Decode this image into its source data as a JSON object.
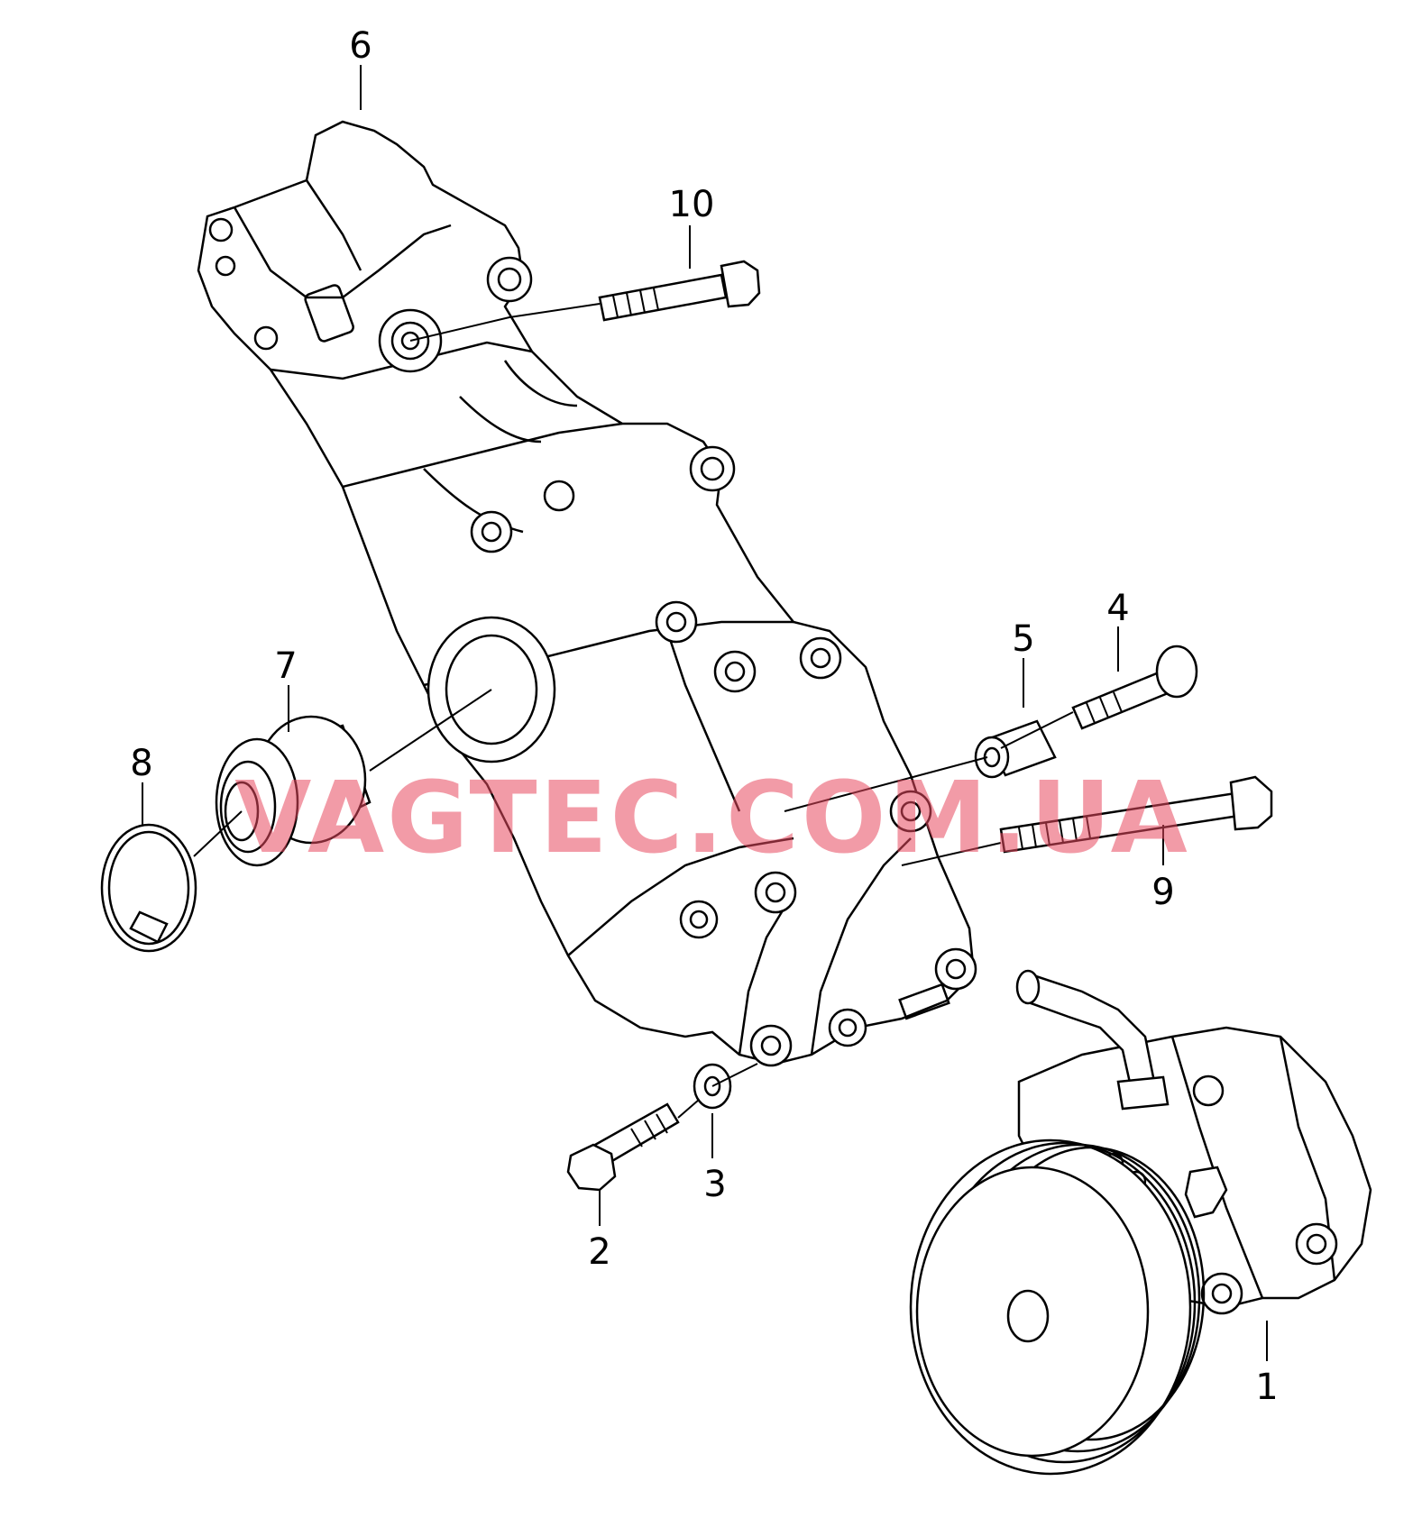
{
  "diagram": {
    "callouts": [
      {
        "id": "1",
        "label": "1"
      },
      {
        "id": "2",
        "label": "2"
      },
      {
        "id": "3",
        "label": "3"
      },
      {
        "id": "4",
        "label": "4"
      },
      {
        "id": "5",
        "label": "5"
      },
      {
        "id": "6",
        "label": "6"
      },
      {
        "id": "7",
        "label": "7"
      },
      {
        "id": "8",
        "label": "8"
      },
      {
        "id": "9",
        "label": "9"
      },
      {
        "id": "10",
        "label": "10"
      }
    ],
    "watermark": {
      "text": "VAGTEC.COM.UA",
      "color": "#e8485f"
    },
    "colors": {
      "line": "#000000",
      "background": "#ffffff"
    }
  }
}
